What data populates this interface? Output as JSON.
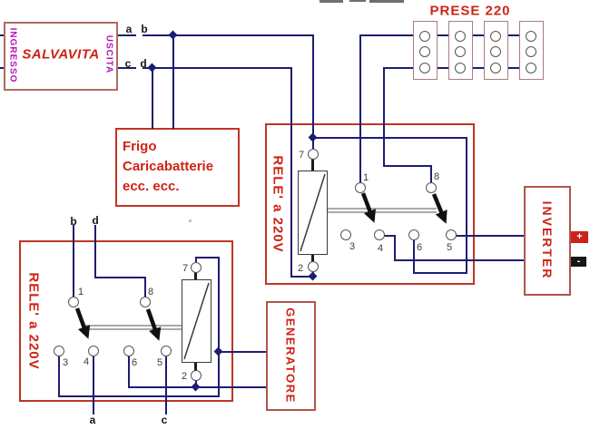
{
  "colors": {
    "wire": "#1d1d73",
    "red": "#c03425",
    "brick": "#b0544a",
    "salva_border": "#ad6c62",
    "prese_border": "#a87e7e",
    "magenta": "#b512b5",
    "redtext": "#cf2213",
    "dark": "#1a1a1a",
    "gray": "#a9a9a9",
    "terminal": "#3c3c3c"
  },
  "salvavita": {
    "title": "SALVAVITA",
    "input_label": "INGRESSO",
    "output_label": "USCITA"
  },
  "top_wires": {
    "a": "a",
    "b": "b",
    "c": "c",
    "d": "d"
  },
  "prese": {
    "title": "PRESE 220"
  },
  "frigo": {
    "line1": "Frigo",
    "line2": "Caricabatterie",
    "line3": "ecc. ecc."
  },
  "relay_top": {
    "title": "RELE' a 220V",
    "t1": "1",
    "t2": "2",
    "t3": "3",
    "t4": "4",
    "t5": "5",
    "t6": "6",
    "t7": "7",
    "t8": "8"
  },
  "relay_bottom": {
    "title": "RELE' a 220V",
    "in_b": "b",
    "in_d": "d",
    "out_a": "a",
    "out_c": "c",
    "t1": "1",
    "t2": "2",
    "t3": "3",
    "t4": "4",
    "t5": "5",
    "t6": "6",
    "t7": "7",
    "t8": "8"
  },
  "generatore": {
    "title": "GENERATORE"
  },
  "inverter": {
    "title": "INVERTER",
    "plus": "+",
    "minus": "-"
  }
}
